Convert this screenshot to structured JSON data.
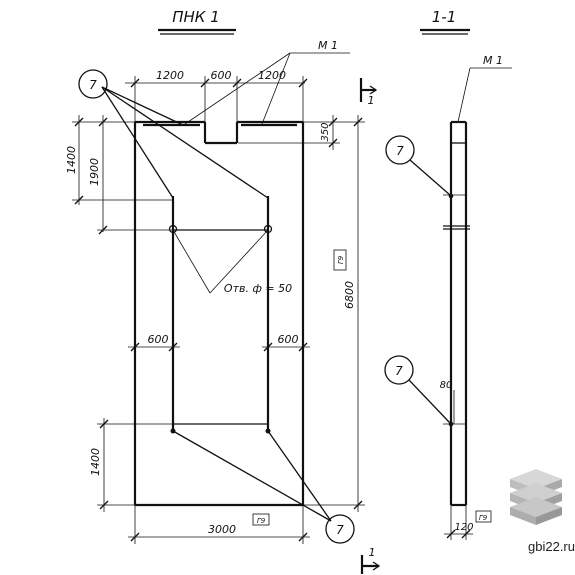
{
  "titles": {
    "panel": "ПНК 1",
    "section": "1-1"
  },
  "section_markers": {
    "top": "1",
    "bottom": "1"
  },
  "dimensions": {
    "top_left": "1200",
    "top_mid": "600",
    "top_right": "1200",
    "side_1400_top": "1400",
    "side_1900": "1900",
    "side_350": "350",
    "total_height": "6800",
    "opening_left": "600",
    "opening_right": "600",
    "side_1400_bottom": "1400",
    "total_width": "3000",
    "section_80": "80",
    "section_thickness": "120"
  },
  "callouts": {
    "m1_panel": "М 1",
    "m1_section": "М 1",
    "detail_7": "7",
    "hole_note": "Отв. ф = 50"
  },
  "stamps": {
    "s1": "Г9",
    "s2": "Г9",
    "s3": "Г9"
  },
  "watermark": {
    "site": "gbi22.ru"
  }
}
